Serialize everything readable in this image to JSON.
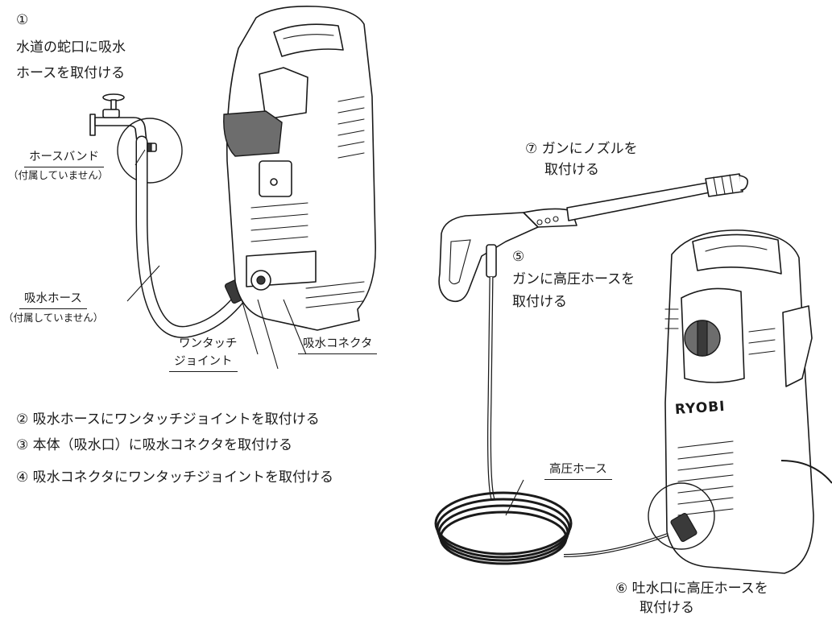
{
  "steps": {
    "s1_num": "①",
    "s1_line1": "水道の蛇口に吸水",
    "s1_line2": "ホースを取付ける",
    "s2": "② 吸水ホースにワンタッチジョイントを取付ける",
    "s3": "③ 本体（吸水口）に吸水コネクタを取付ける",
    "s4": "④ 吸水コネクタにワンタッチジョイントを取付ける",
    "s5_num": "⑤",
    "s5_line1": "ガンに高圧ホースを",
    "s5_line2": "取付ける",
    "s6_line1": "⑥ 吐水口に高圧ホースを",
    "s6_line2": "取付ける",
    "s7_line1": "⑦ ガンにノズルを",
    "s7_line2": "取付ける"
  },
  "callouts": {
    "hose_band": "ホースバンド",
    "hose_band_note": "（付属していません）",
    "intake_hose": "吸水ホース",
    "intake_hose_note": "（付属していません）",
    "one_touch_line1": "ワンタッチ",
    "one_touch_line2": "ジョイント",
    "intake_connector": "吸水コネクタ",
    "high_pressure_hose": "高圧ホース"
  },
  "brand": "RYOBI"
}
